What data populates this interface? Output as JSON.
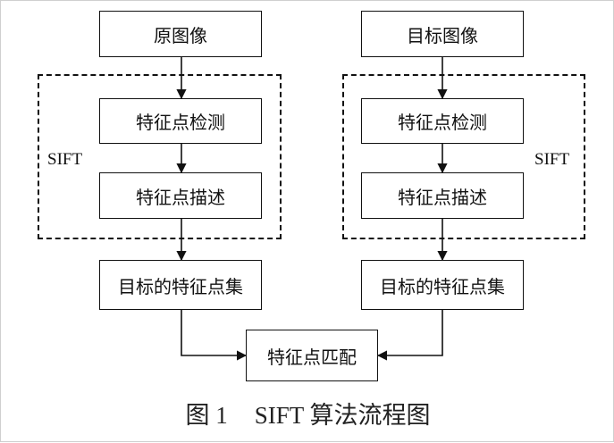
{
  "left_column": {
    "source": "原图像",
    "detect": "特征点检测",
    "describe": "特征点描述",
    "feature_set": "目标的特征点集"
  },
  "right_column": {
    "source": "目标图像",
    "detect": "特征点检测",
    "describe": "特征点描述",
    "feature_set": "目标的特征点集"
  },
  "groups": {
    "left_label": "SIFT",
    "right_label": "SIFT"
  },
  "match": {
    "label": "特征点匹配"
  },
  "caption": {
    "number": "图 1",
    "title": "SIFT 算法流程图"
  },
  "colors": {
    "stroke": "#111111",
    "background": "#ffffff"
  }
}
